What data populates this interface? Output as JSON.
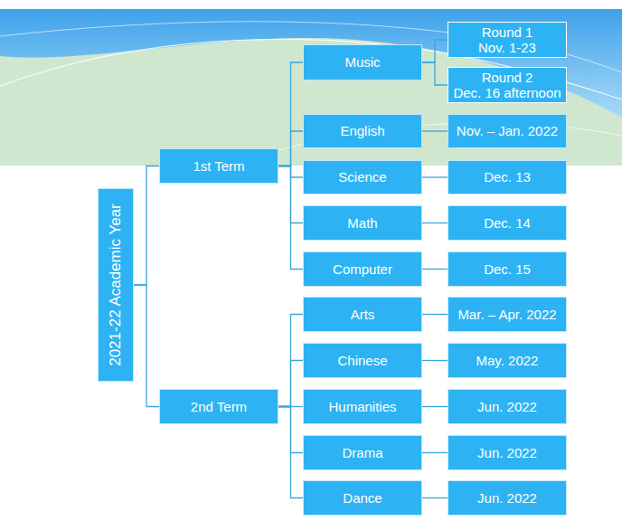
{
  "diagram": {
    "nodes": [
      {
        "text": [
          "2021-22 Academic Year"
        ]
      },
      {
        "text": [
          "1st Term"
        ]
      },
      {
        "text": [
          "Music"
        ]
      },
      {
        "text": [
          "Round 1",
          "Nov. 1-23"
        ]
      },
      {
        "text": [
          "Round 2",
          "Dec. 16 afternoon"
        ]
      },
      {
        "text": [
          "English"
        ]
      },
      {
        "text": [
          "Nov. – Jan. 2022"
        ]
      },
      {
        "text": [
          "Science"
        ]
      },
      {
        "text": [
          "Dec. 13"
        ]
      },
      {
        "text": [
          "Math"
        ]
      },
      {
        "text": [
          "Dec. 14"
        ]
      },
      {
        "text": [
          "Computer"
        ]
      },
      {
        "text": [
          "Dec. 15"
        ]
      },
      {
        "text": [
          "2nd Term"
        ]
      },
      {
        "text": [
          "Arts"
        ]
      },
      {
        "text": [
          "Mar. – Apr. 2022"
        ]
      },
      {
        "text": [
          "Chinese"
        ]
      },
      {
        "text": [
          "May. 2022"
        ]
      },
      {
        "text": [
          "Humanities"
        ]
      },
      {
        "text": [
          "Jun. 2022"
        ]
      },
      {
        "text": [
          "Drama"
        ]
      },
      {
        "text": [
          "Jun. 2022"
        ]
      },
      {
        "text": [
          "Dance"
        ]
      },
      {
        "text": [
          "Jun. 2022"
        ]
      }
    ],
    "edges": [
      {
        "from": 0,
        "to": 1,
        "arrow": "none"
      },
      {
        "from": 0,
        "to": 13,
        "arrow": "none"
      },
      {
        "from": 1,
        "to": 2,
        "arrow": "none"
      },
      {
        "from": 1,
        "to": 5,
        "arrow": "none"
      },
      {
        "from": 1,
        "to": 7,
        "arrow": "none"
      },
      {
        "from": 1,
        "to": 9,
        "arrow": "none"
      },
      {
        "from": 1,
        "to": 11,
        "arrow": "none"
      },
      {
        "from": 2,
        "to": 3,
        "arrow": "none"
      },
      {
        "from": 2,
        "to": 4,
        "arrow": "none"
      },
      {
        "from": 5,
        "to": 6,
        "arrow": "none"
      },
      {
        "from": 7,
        "to": 8,
        "arrow": "none"
      },
      {
        "from": 9,
        "to": 10,
        "arrow": "none"
      },
      {
        "from": 11,
        "to": 12,
        "arrow": "none"
      },
      {
        "from": 13,
        "to": 14,
        "arrow": "none"
      },
      {
        "from": 13,
        "to": 16,
        "arrow": "none"
      },
      {
        "from": 13,
        "to": 18,
        "arrow": "none"
      },
      {
        "from": 13,
        "to": 20,
        "arrow": "none"
      },
      {
        "from": 13,
        "to": 22,
        "arrow": "none"
      },
      {
        "from": 14,
        "to": 15,
        "arrow": "none"
      },
      {
        "from": 16,
        "to": 17,
        "arrow": "none"
      },
      {
        "from": 18,
        "to": 19,
        "arrow": "none"
      },
      {
        "from": 20,
        "to": 21,
        "arrow": "none"
      },
      {
        "from": 22,
        "to": 23,
        "arrow": "none"
      }
    ]
  }
}
